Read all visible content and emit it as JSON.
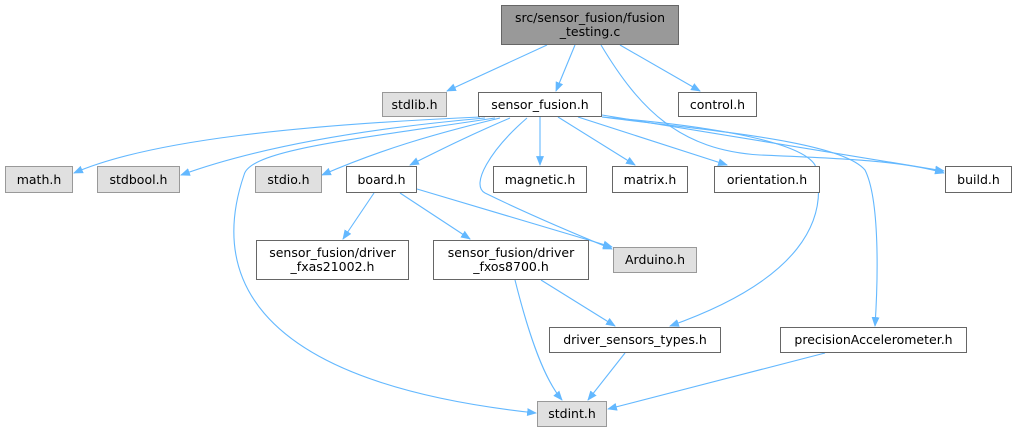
{
  "diagram": {
    "type": "include-dependency-graph",
    "colors": {
      "edge": "#63b8ff",
      "root_fill": "#999999",
      "external_fill": "#e0e0e0",
      "node_fill": "#ffffff",
      "border": "#666666"
    },
    "nodes": [
      {
        "id": "root",
        "label": "src/sensor_fusion/fusion\n_testing.c",
        "kind": "root"
      },
      {
        "id": "stdlib",
        "label": "stdlib.h",
        "kind": "ext"
      },
      {
        "id": "sensor_fusion",
        "label": "sensor_fusion.h",
        "kind": "local"
      },
      {
        "id": "control",
        "label": "control.h",
        "kind": "local"
      },
      {
        "id": "math",
        "label": "math.h",
        "kind": "ext"
      },
      {
        "id": "stdbool",
        "label": "stdbool.h",
        "kind": "ext"
      },
      {
        "id": "stdio",
        "label": "stdio.h",
        "kind": "ext"
      },
      {
        "id": "board",
        "label": "board.h",
        "kind": "local"
      },
      {
        "id": "magnetic",
        "label": "magnetic.h",
        "kind": "local"
      },
      {
        "id": "matrix",
        "label": "matrix.h",
        "kind": "local"
      },
      {
        "id": "orientation",
        "label": "orientation.h",
        "kind": "local"
      },
      {
        "id": "build",
        "label": "build.h",
        "kind": "local"
      },
      {
        "id": "fxas",
        "label": "sensor_fusion/driver\n_fxas21002.h",
        "kind": "local"
      },
      {
        "id": "fxos",
        "label": "sensor_fusion/driver\n_fxos8700.h",
        "kind": "local"
      },
      {
        "id": "arduino",
        "label": "Arduino.h",
        "kind": "ext"
      },
      {
        "id": "dst",
        "label": "driver_sensors_types.h",
        "kind": "local"
      },
      {
        "id": "prec",
        "label": "precisionAccelerometer.h",
        "kind": "local"
      },
      {
        "id": "stdint",
        "label": "stdint.h",
        "kind": "ext"
      }
    ],
    "edges": [
      [
        "root",
        "stdlib"
      ],
      [
        "root",
        "sensor_fusion"
      ],
      [
        "root",
        "control"
      ],
      [
        "root",
        "build"
      ],
      [
        "sensor_fusion",
        "math"
      ],
      [
        "sensor_fusion",
        "stdbool"
      ],
      [
        "sensor_fusion",
        "stdio"
      ],
      [
        "sensor_fusion",
        "board"
      ],
      [
        "sensor_fusion",
        "magnetic"
      ],
      [
        "sensor_fusion",
        "matrix"
      ],
      [
        "sensor_fusion",
        "orientation"
      ],
      [
        "sensor_fusion",
        "build"
      ],
      [
        "sensor_fusion",
        "stdint"
      ],
      [
        "sensor_fusion",
        "arduino"
      ],
      [
        "sensor_fusion",
        "dst"
      ],
      [
        "sensor_fusion",
        "prec"
      ],
      [
        "board",
        "fxas"
      ],
      [
        "board",
        "fxos"
      ],
      [
        "board",
        "arduino"
      ],
      [
        "fxos",
        "dst"
      ],
      [
        "fxos",
        "stdint"
      ],
      [
        "dst",
        "stdint"
      ],
      [
        "prec",
        "stdint"
      ]
    ]
  }
}
